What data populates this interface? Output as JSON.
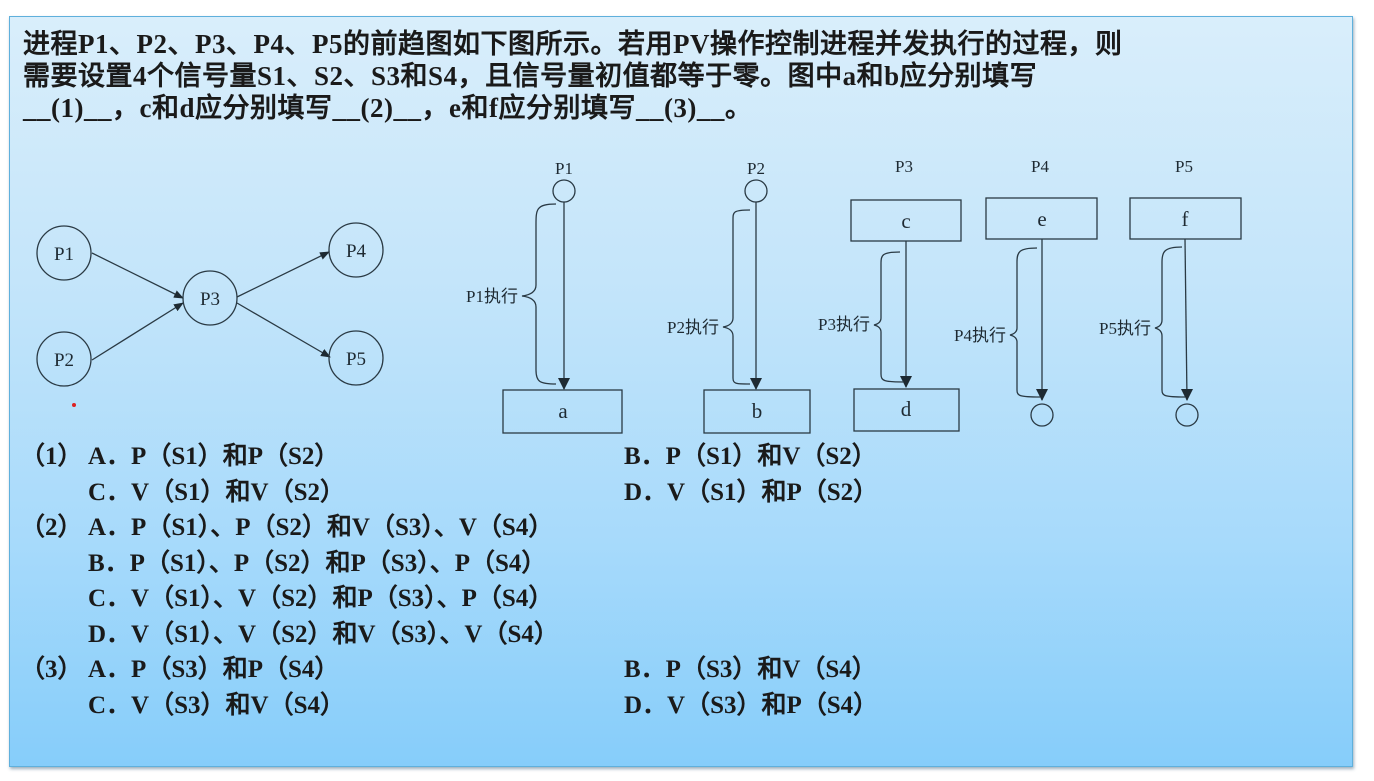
{
  "question": {
    "lines": [
      "进程P1、P2、P3、P4、P5的前趋图如下图所示。若用PV操作控制进程并发执行的过程，则",
      "需要设置4个信号量S1、S2、S3和S4，且信号量初值都等于零。图中a和b应分别填写",
      "__(1)__，c和d应分别填写__(2)__，e和f应分别填写__(3)__。"
    ]
  },
  "precedence_graph": {
    "nodes": [
      "P1",
      "P2",
      "P3",
      "P4",
      "P5"
    ],
    "edges": [
      [
        "P1",
        "P3"
      ],
      [
        "P2",
        "P3"
      ],
      [
        "P3",
        "P4"
      ],
      [
        "P3",
        "P5"
      ]
    ]
  },
  "process_diagrams": [
    {
      "process": "P1",
      "exec_label": "P1执行",
      "top": "",
      "bottom": "a"
    },
    {
      "process": "P2",
      "exec_label": "P2执行",
      "top": "",
      "bottom": "b"
    },
    {
      "process": "P3",
      "exec_label": "P3执行",
      "top": "c",
      "bottom": "d"
    },
    {
      "process": "P4",
      "exec_label": "P4执行",
      "top": "e",
      "bottom": ""
    },
    {
      "process": "P5",
      "exec_label": "P5执行",
      "top": "f",
      "bottom": ""
    }
  ],
  "options": {
    "q1": {
      "num": "（1）",
      "A": "A．P（S1）和P（S2）",
      "B": "B．P（S1）和V（S2）",
      "C": "C．V（S1）和V（S2）",
      "D": "D．V（S1）和P（S2）"
    },
    "q2": {
      "num": "（2）",
      "A": "A．P（S1）、P（S2）和V（S3）、V（S4）",
      "B": "B．P（S1）、P（S2）和P（S3）、P（S4）",
      "C": "C．V（S1）、V（S2）和P（S3）、P（S4）",
      "D": "D．V（S1）、V（S2）和V（S3）、V（S4）"
    },
    "q3": {
      "num": "（3）",
      "A": "A．P（S3）和P（S4）",
      "B": "B．P（S3）和V（S4）",
      "C": "C．V（S3）和V（S4）",
      "D": "D．V（S3）和P（S4）"
    }
  },
  "colors": {
    "bg_top": "#d9eefb",
    "bg_bottom": "#86cdfa",
    "border": "#5fb0dc",
    "text": "#1a1a1a",
    "line": "#2a3a44"
  }
}
